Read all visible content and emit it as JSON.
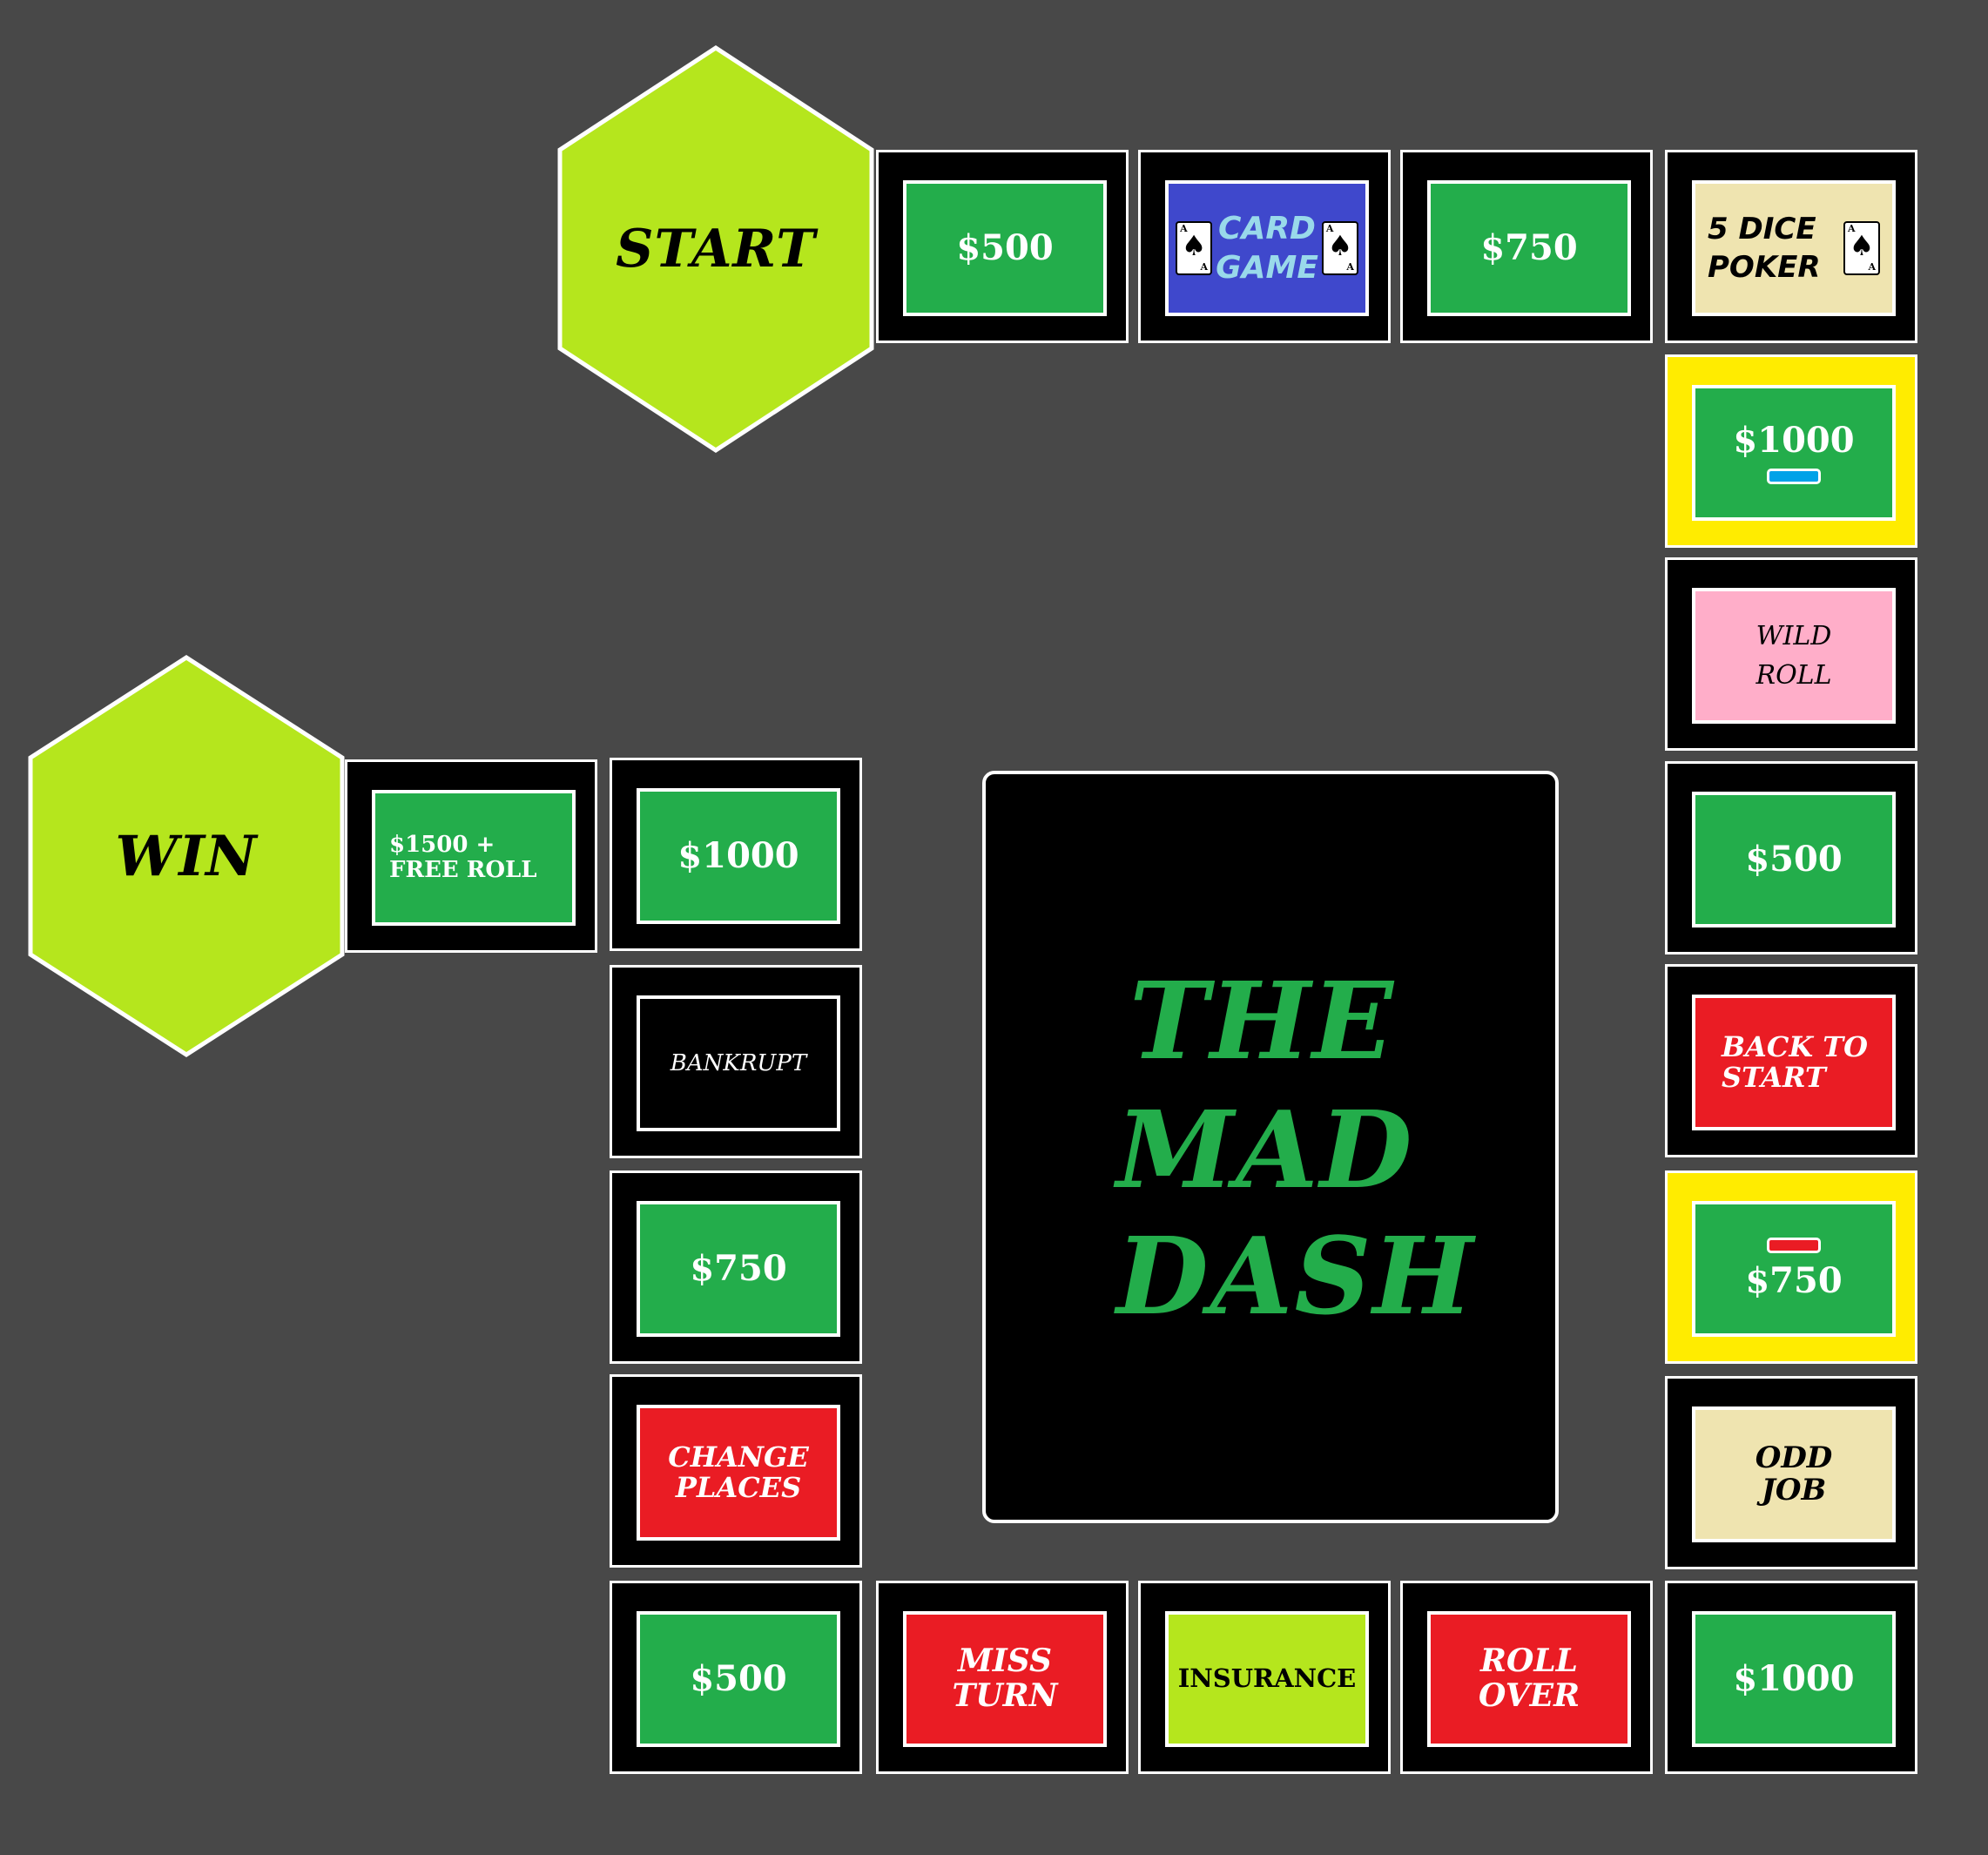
{
  "board": {
    "background": "#484848",
    "title_lines": [
      "THE",
      "MAD",
      "DASH"
    ],
    "title_color": "#23ad4b",
    "start": {
      "label": "START",
      "color": "#b5e61d"
    },
    "win": {
      "label": "WIN",
      "color": "#b5e61d"
    },
    "tiles": {
      "t1": {
        "label": "$500",
        "color": "#23ad4b"
      },
      "t2": {
        "line1": "CARD",
        "line2": "GAME",
        "color": "#3f48cc",
        "icon": "ace-of-spades-card-icon"
      },
      "t3": {
        "label": "$750",
        "color": "#23ad4b"
      },
      "t4": {
        "line1": "5 DICE",
        "line2": "POKER",
        "color": "#efe4b0",
        "icon": "ace-of-spades-card-icon"
      },
      "t5": {
        "label": "$1000",
        "color": "#23ad4b",
        "highlighted": true,
        "marker_color": "#00a2e8"
      },
      "t6": {
        "line1": "WILD",
        "line2": "ROLL",
        "color": "#ffaec9"
      },
      "t7": {
        "label": "$500",
        "color": "#23ad4b"
      },
      "t8": {
        "line1": "BACK TO",
        "line2": "START",
        "color": "#ea1c24"
      },
      "t9": {
        "label": "$750",
        "color": "#23ad4b",
        "highlighted": true,
        "marker_color": "#ea1c24"
      },
      "t10": {
        "line1": "ODD",
        "line2": "JOB",
        "color": "#efe4b0"
      },
      "t11": {
        "label": "$1000",
        "color": "#23ad4b"
      },
      "t12": {
        "line1": "ROLL",
        "line2": "OVER",
        "color": "#ea1c24"
      },
      "t13": {
        "label": "INSURANCE",
        "color": "#b5e61d"
      },
      "t14": {
        "line1": "MISS",
        "line2": "TURN",
        "color": "#ea1c24"
      },
      "t15": {
        "label": "$500",
        "color": "#23ad4b"
      },
      "t16": {
        "line1": "CHANGE",
        "line2": "PLACES",
        "color": "#ea1c24"
      },
      "t17": {
        "label": "$750",
        "color": "#23ad4b"
      },
      "t18": {
        "label": "BANKRUPT",
        "color": "#000000"
      },
      "t19": {
        "label": "$1000",
        "color": "#23ad4b"
      },
      "t20": {
        "line1": "$1500 +",
        "line2": "FREE ROLL",
        "color": "#23ad4b"
      }
    }
  }
}
